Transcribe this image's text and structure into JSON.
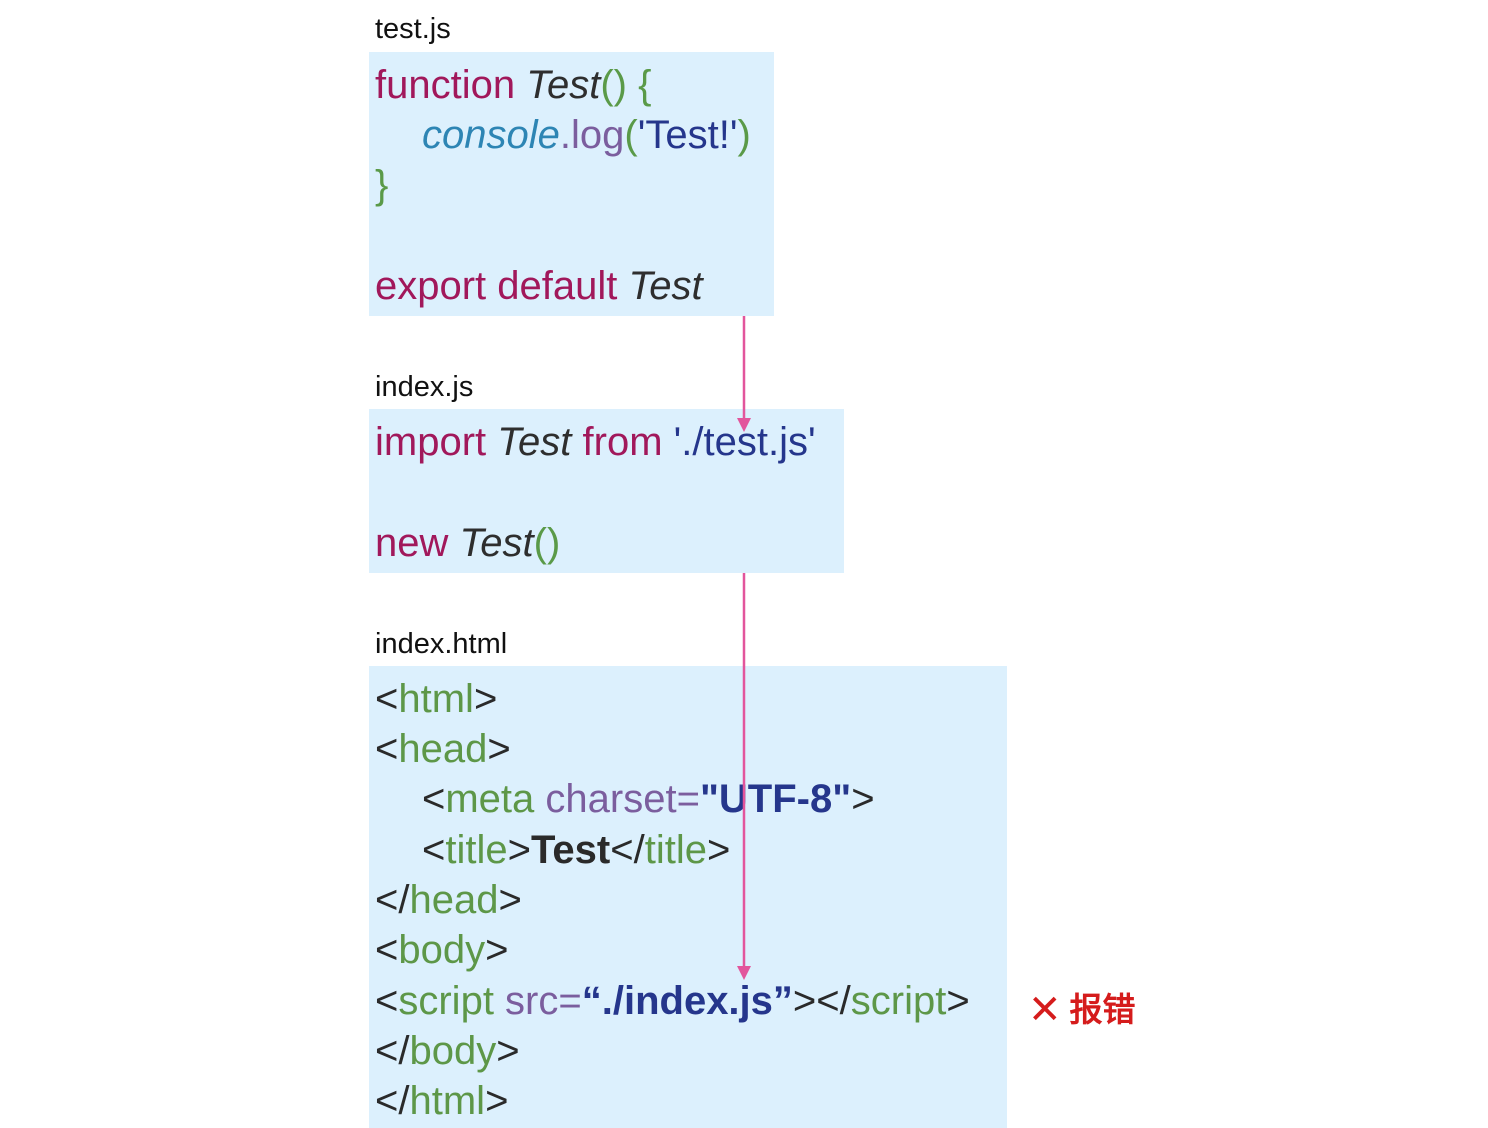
{
  "files": {
    "test_js": {
      "name": "test.js",
      "lines": [
        {
          "kw": "function",
          "fn": "Test",
          "pun": "() {"
        },
        {
          "obj": "console",
          "mth": ".log",
          "pun_open": "(",
          "str": "'Test!'",
          "pun_close": ")"
        },
        {
          "pun": "}"
        },
        {
          "kw": "export default",
          "fn": "Test"
        }
      ]
    },
    "index_js": {
      "name": "index.js",
      "lines": [
        {
          "kw1": "import",
          "fn": "Test",
          "kw2": "from",
          "str": "'./test.js'"
        },
        {
          "kw": "new",
          "fn": "Test",
          "pun": "()"
        }
      ]
    },
    "index_html": {
      "name": "index.html",
      "lines": [
        {
          "lt": "<",
          "tag": "html",
          "gt": ">"
        },
        {
          "lt": "<",
          "tag": "head",
          "gt": ">"
        },
        {
          "lt": "<",
          "tag": "meta",
          "attr": " charset=",
          "val": "\"UTF-8\"",
          "gt": ">"
        },
        {
          "lt": "<",
          "tag": "title",
          "mid": ">",
          "text": "Test",
          "lt2": "</",
          "tag2": "title",
          "gt": ">"
        },
        {
          "lt": "</",
          "tag": "head",
          "gt": ">"
        },
        {
          "lt": "<",
          "tag": "body",
          "gt": ">"
        },
        {
          "lt": "<",
          "tag": "script",
          "attr": " src=",
          "val": "“./index.js”",
          "mid": "></",
          "tag2": "script",
          "gt": ">"
        },
        {
          "lt": "</",
          "tag": "body",
          "gt": ">"
        },
        {
          "lt": "</",
          "tag": "html",
          "gt": ">"
        }
      ]
    }
  },
  "error": {
    "icon": "✕",
    "label": "报错"
  },
  "colors": {
    "arrow": "#e2559c",
    "panel": "#dcf0fd",
    "error": "#d51c1c"
  }
}
